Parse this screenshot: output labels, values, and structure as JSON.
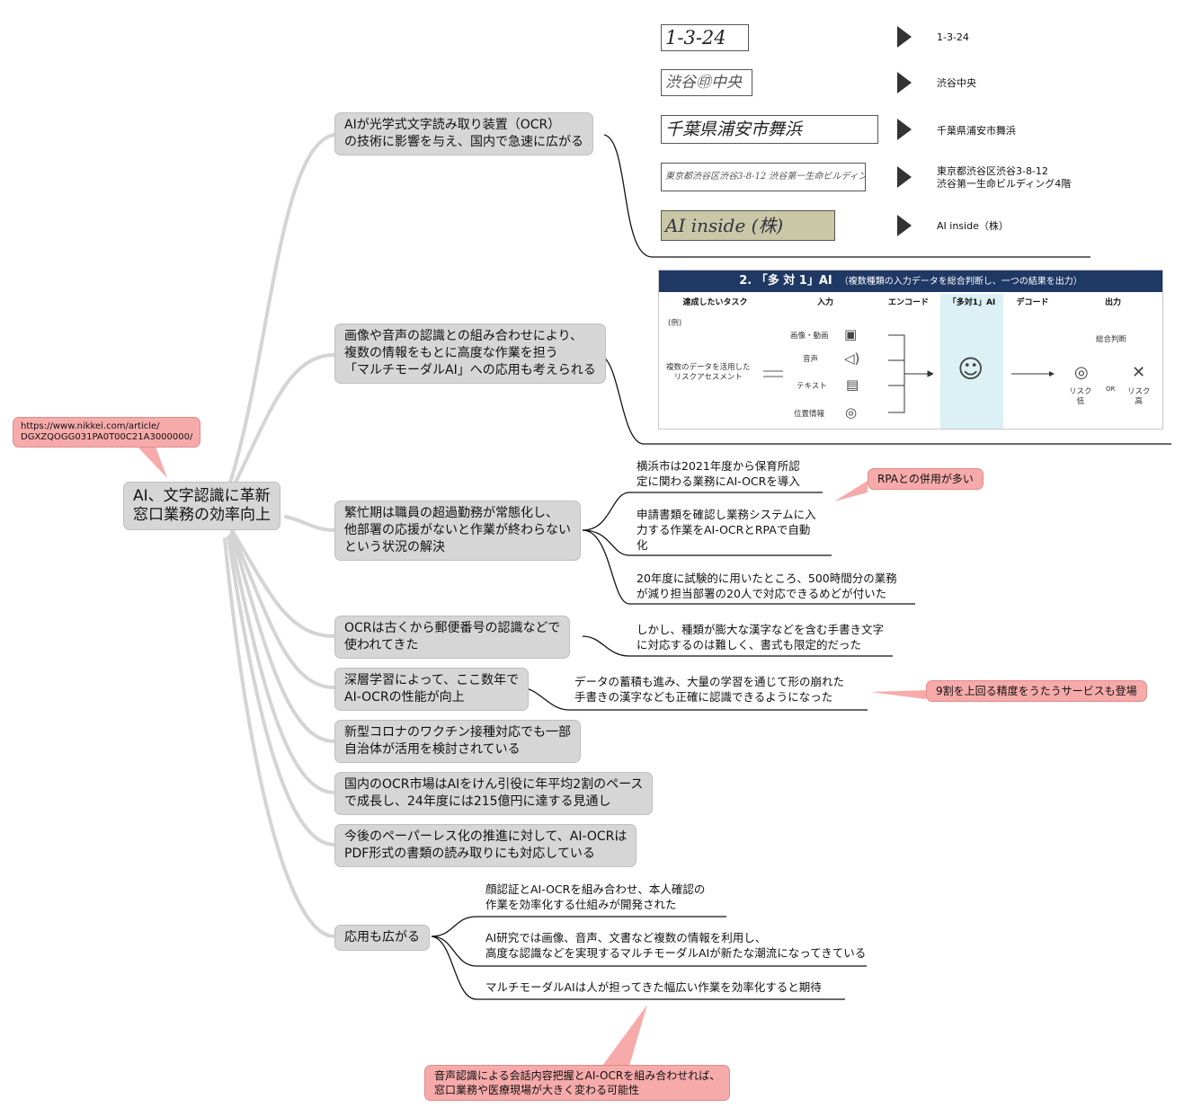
{
  "root": {
    "label": "AI、文字認識に革新\n窓口業務の効率向上"
  },
  "source": {
    "url": "https://www.nikkei.com/article/\nDGXZQOGG031PA0T00C21A3000000/"
  },
  "branches": {
    "ocr_impact": {
      "label": "AIが光学式文字読み取り装置（OCR）\nの技術に影響を与え、国内で急速に広がる"
    },
    "multimodal": {
      "label": "画像や音声の認識との組み合わせにより、\n複数の情報をもとに高度な作業を担う\n「マルチモーダルAI」への応用も考えられる"
    },
    "overtime": {
      "label": "繁忙期は職員の超過勤務が常態化し、\n他部署の応援がないと作業が終わらない\nという状況の解決",
      "leaves": [
        "横浜市は2021年度から保育所認\n定に関わる業務にAI-OCRを導入",
        "申請書類を確認し業務システムに入\n力する作業をAI-OCRとRPAで自動\n化",
        "20年度に試験的に用いたところ、500時間分の業務\nが減り担当部署の20人で対応できるめどが付いた"
      ],
      "callout": "RPAとの併用が多い"
    },
    "postal": {
      "label": "OCRは古くから郵便番号の認識などで\n使われてきた",
      "leaf": "しかし、種類が膨大な漢字などを含む手書き文字\nに対応するのは難しく、書式も限定的だった"
    },
    "deep": {
      "label": "深層学習によって、ここ数年で\nAI-OCRの性能が向上",
      "leaf": "データの蓄積も進み、大量の学習を通じて形の崩れた\n手書きの漢字なども正確に認識できるようになった",
      "callout": "9割を上回る精度をうたうサービスも登場"
    },
    "vaccine": {
      "label": "新型コロナのワクチン接種対応でも一部\n自治体が活用を検討されている"
    },
    "market": {
      "label": "国内のOCR市場はAIをけん引役に年平均2割のペース\nで成長し、24年度には215億円に達する見通し"
    },
    "paperless": {
      "label": "今後のペーパーレス化の推進に対して、AI-OCRは\nPDF形式の書類の読み取りにも対応している"
    },
    "apps": {
      "label": "応用も広がる",
      "leaves": [
        "顔認証とAI-OCRを組み合わせ、本人確認の\n作業を効率化する仕組みが開発された",
        "AI研究では画像、音声、文書など複数の情報を利用し、\n高度な認識などを実現するマルチモーダルAIが新たな潮流になってきている",
        "マルチモーダルAIは人が担ってきた幅広い作業を効率化すると期待"
      ],
      "callout": "音声認識による会話内容把握とAI-OCRを組み合わせれば、\n窓口業務や医療現場が大きく変わる可能性"
    }
  },
  "handwriting": [
    {
      "input": "1-3-24",
      "output": "1-3-24"
    },
    {
      "input": "渋谷㊞中央",
      "output": "渋谷中央"
    },
    {
      "input": "千葉県浦安市舞浜",
      "output": "千葉県浦安市舞浜"
    },
    {
      "input": "東京都渋谷区渋谷3-8-12 渋谷第一生命ビルディング4階",
      "output": "東京都渋谷区渋谷3-8-12\n渋谷第一生命ビルディング4階"
    },
    {
      "input": "AI inside (株)",
      "output": "AI inside（株）"
    }
  ],
  "multimodal_panel": {
    "title": "2. 「多 対 1」AI",
    "subtitle": "（複数種類の入力データを総合判断し、一つの結果を出力）",
    "columns": [
      "達成したいタスク",
      "入力",
      "エンコード",
      "「多対1」AI",
      "デコード",
      "出力"
    ],
    "example": "(例)",
    "task": "複数のデータを活用した\nリスクアセスメント",
    "inputs": [
      "画像・動画",
      "音声",
      "テキスト",
      "位置情報"
    ],
    "output_title": "総合判断",
    "or": "OR",
    "low": "リスク\n低",
    "high": "リスク\n高",
    "accent": "#1f3864",
    "highlight": "#dcf1f5"
  }
}
